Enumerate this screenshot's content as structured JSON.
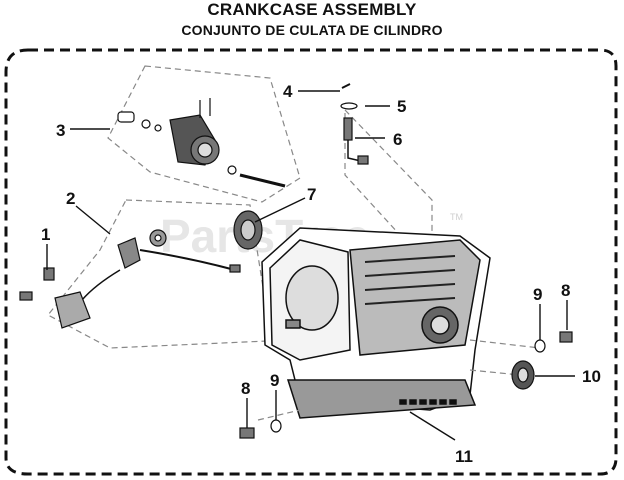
{
  "title": "CRANKCASE ASSEMBLY",
  "subtitle": "CONJUNTO DE CULATA DE CILINDRO",
  "watermark": "PartsTree",
  "watermark_mark": "TM",
  "callouts": [
    "1",
    "2",
    "3",
    "4",
    "5",
    "6",
    "7",
    "8",
    "8",
    "9",
    "9",
    "10",
    "11"
  ],
  "colors": {
    "line": "#111111",
    "watermark": "#e6e6e6"
  }
}
